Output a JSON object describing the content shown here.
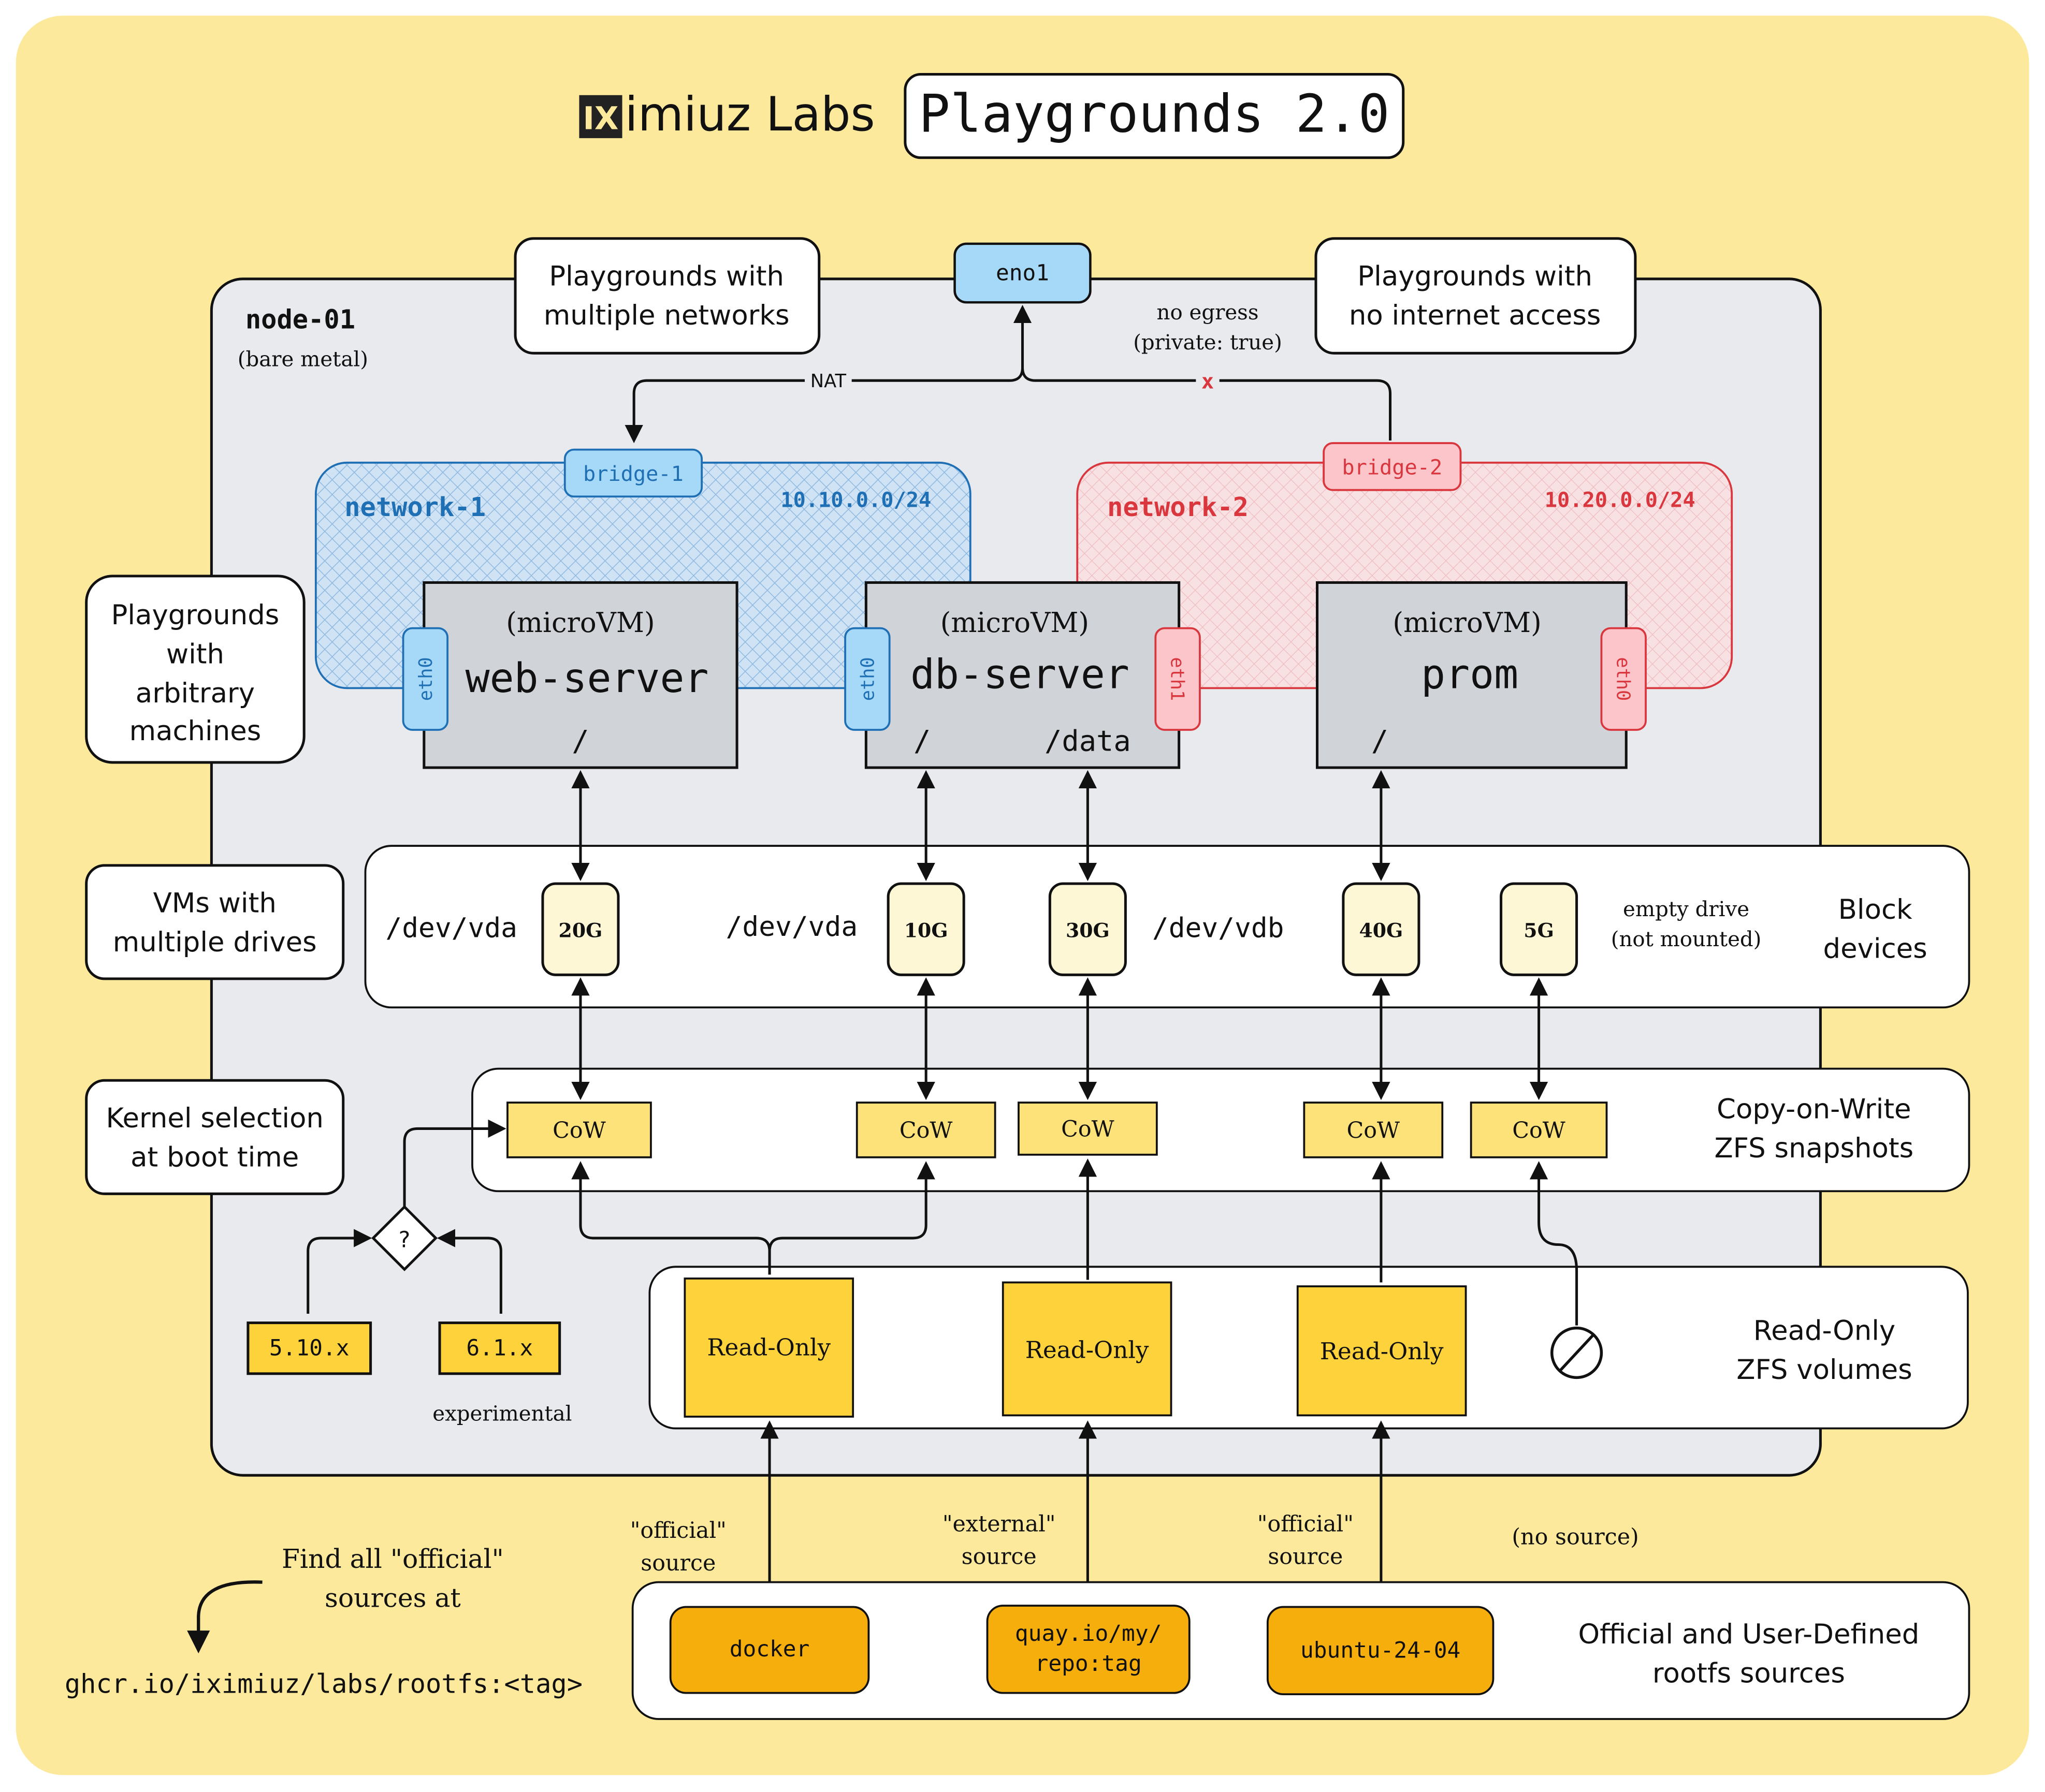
{
  "header": {
    "logo_mark": "IX",
    "logo_text": "imiuz Labs",
    "title": "Playgrounds 2.0"
  },
  "callouts": {
    "multiple_networks": [
      "Playgrounds with",
      "multiple networks"
    ],
    "no_internet": [
      "Playgrounds with",
      "no internet access"
    ],
    "arbitrary_machines": [
      "Playgrounds",
      "with",
      "arbitrary",
      "machines"
    ],
    "multiple_drives": [
      "VMs with",
      "multiple drives"
    ],
    "kernel_selection": [
      "Kernel selection",
      "at boot time"
    ]
  },
  "node": {
    "name": "node-01",
    "subtitle": "(bare metal)",
    "uplink": "eno1",
    "nat_label": "NAT",
    "no_egress": [
      "no egress",
      "(private: true)"
    ],
    "blocked_mark": "x"
  },
  "networks": [
    {
      "name": "network-1",
      "cidr": "10.10.0.0/24",
      "bridge": "bridge-1",
      "color": "#1f6fb5"
    },
    {
      "name": "network-2",
      "cidr": "10.20.0.0/24",
      "bridge": "bridge-2",
      "color": "#d9363e"
    }
  ],
  "vms": [
    {
      "kind": "(microVM)",
      "name": "web-server",
      "mounts": [
        "/"
      ],
      "nics": [
        "eth0"
      ]
    },
    {
      "kind": "(microVM)",
      "name": "db-server",
      "mounts": [
        "/",
        "/data"
      ],
      "nics": [
        "eth0",
        "eth1"
      ]
    },
    {
      "kind": "(microVM)",
      "name": "prom",
      "mounts": [
        "/"
      ],
      "nics": [
        "eth0"
      ]
    }
  ],
  "block_devices": {
    "label": [
      "Block",
      "devices"
    ],
    "dev_labels": [
      "/dev/vda",
      "/dev/vda",
      "/dev/vdb"
    ],
    "sizes": [
      "20G",
      "10G",
      "30G",
      "40G",
      "5G"
    ],
    "empty_note": [
      "empty drive",
      "(not mounted)"
    ]
  },
  "snapshots": {
    "label": [
      "Copy-on-Write",
      "ZFS snapshots"
    ],
    "items": [
      "CoW",
      "CoW",
      "CoW",
      "CoW",
      "CoW"
    ]
  },
  "kernels": {
    "decision": "?",
    "versions": [
      "5.10.x",
      "6.1.x"
    ],
    "note": "experimental"
  },
  "volumes": {
    "label": [
      "Read-Only",
      "ZFS volumes"
    ],
    "items": [
      "Read-Only",
      "Read-Only",
      "Read-Only"
    ],
    "empty_symbol": "⊘"
  },
  "sources": {
    "label": [
      "Official and User-Defined",
      "rootfs sources"
    ],
    "items": [
      [
        "docker"
      ],
      [
        "quay.io/my/",
        "repo:tag"
      ],
      [
        "ubuntu-24-04"
      ]
    ],
    "source_notes": [
      [
        "\"official\"",
        "source"
      ],
      [
        "\"external\"",
        "source"
      ],
      [
        "\"official\"",
        "source"
      ],
      [
        "(no source)"
      ]
    ]
  },
  "footer": {
    "find_note": [
      "Find all \"official\"",
      "sources at"
    ],
    "registry": "ghcr.io/iximiuz/labs/rootfs:<tag>"
  },
  "colors": {
    "background": "#fce99c",
    "node_fill": "#e8eaee",
    "vm_fill": "#d0d3d8",
    "drive_fill": "#fdf7d6",
    "cow_fill": "#fde27a",
    "volume_fill": "#fdd23a",
    "source_fill": "#f6ae0c",
    "blue": "#1f6fb5",
    "red": "#d9363e"
  }
}
